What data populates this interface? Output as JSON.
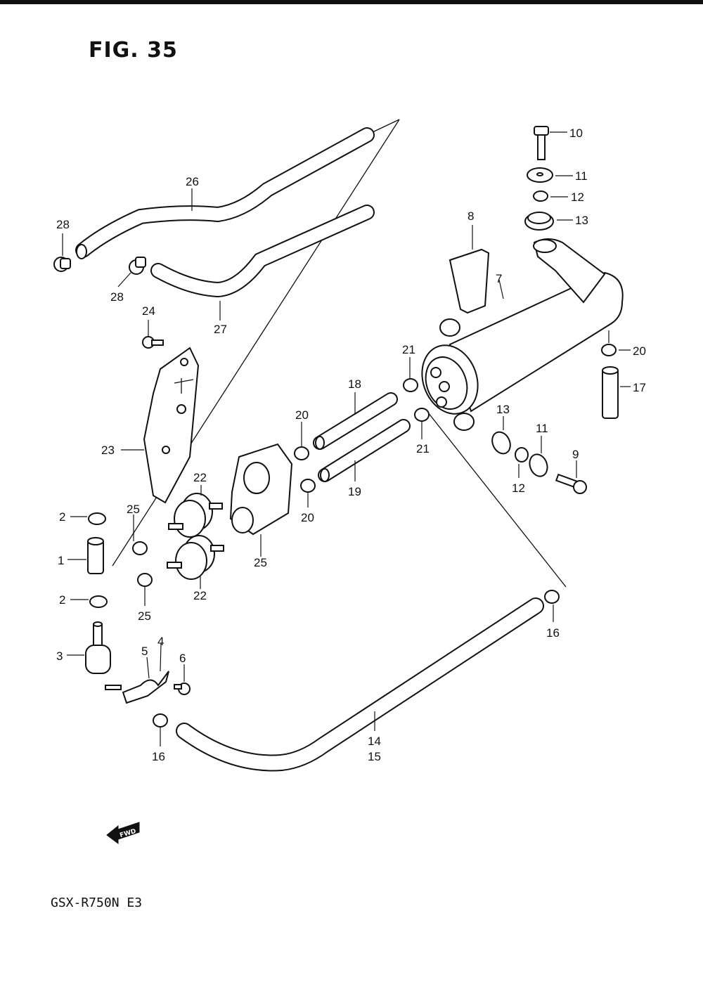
{
  "figure": {
    "title": "FIG. 35",
    "model": "GSX-R750N E3",
    "fwd_label": "FWD"
  },
  "callouts": {
    "p1": "1",
    "p2a": "2",
    "p2b": "2",
    "p3": "3",
    "p4": "4",
    "p5": "5",
    "p6": "6",
    "p7": "7",
    "p8": "8",
    "p9": "9",
    "p10": "10",
    "p11a": "11",
    "p11b": "11",
    "p12a": "12",
    "p12b": "12",
    "p13a": "13",
    "p13b": "13",
    "p14": "14",
    "p15": "15",
    "p16a": "16",
    "p16b": "16",
    "p17": "17",
    "p18": "18",
    "p19": "19",
    "p20a": "20",
    "p20b": "20",
    "p20c": "20",
    "p21a": "21",
    "p21b": "21",
    "p22a": "22",
    "p22b": "22",
    "p23": "23",
    "p24": "24",
    "p25a": "25",
    "p25b": "25",
    "p25c": "25",
    "p26": "26",
    "p27": "27",
    "p28a": "28",
    "p28b": "28"
  }
}
